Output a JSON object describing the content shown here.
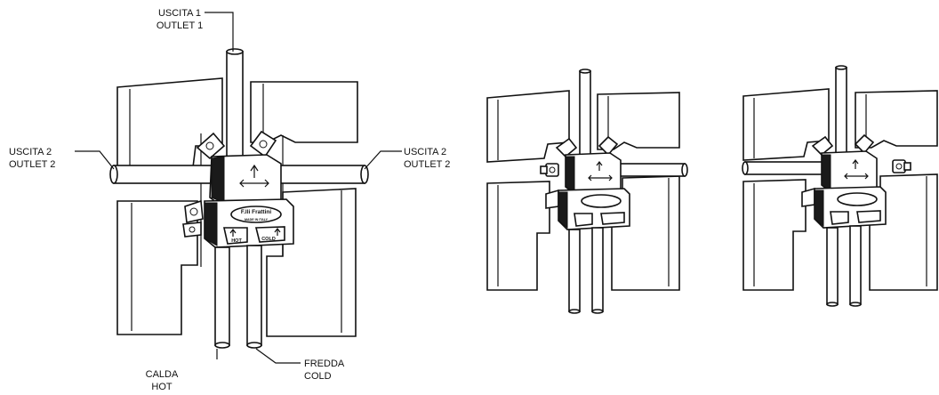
{
  "labels": {
    "outlet1_it": "USCITA 1",
    "outlet1_en": "OUTLET 1",
    "outlet2_left_it": "USCITA 2",
    "outlet2_left_en": "OUTLET 2",
    "outlet2_right_it": "USCITA 2",
    "outlet2_right_en": "OUTLET 2",
    "hot_it": "CALDA",
    "hot_en": "HOT",
    "cold_it": "FREDDA",
    "cold_en": "COLD"
  },
  "valve": {
    "brand": "F.lli Frattini",
    "made_in": "MADE IN ITALY",
    "hot_tag": "HOT",
    "cold_tag": "COLD"
  }
}
